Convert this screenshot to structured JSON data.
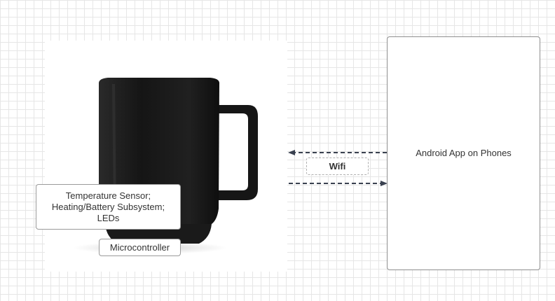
{
  "nodes": {
    "sensor": "Temperature Sensor;\nHeating/Battery Subsystem;\nLEDs",
    "microcontroller": "Microcontroller",
    "android_app": "Android App on Phones"
  },
  "edges": {
    "wifi_label": "Wifi"
  },
  "colors": {
    "mug": "#1c1c1c",
    "arrow": "#3a4150",
    "node_border": "#9a9a9a",
    "grid": "#e6e6e6"
  }
}
